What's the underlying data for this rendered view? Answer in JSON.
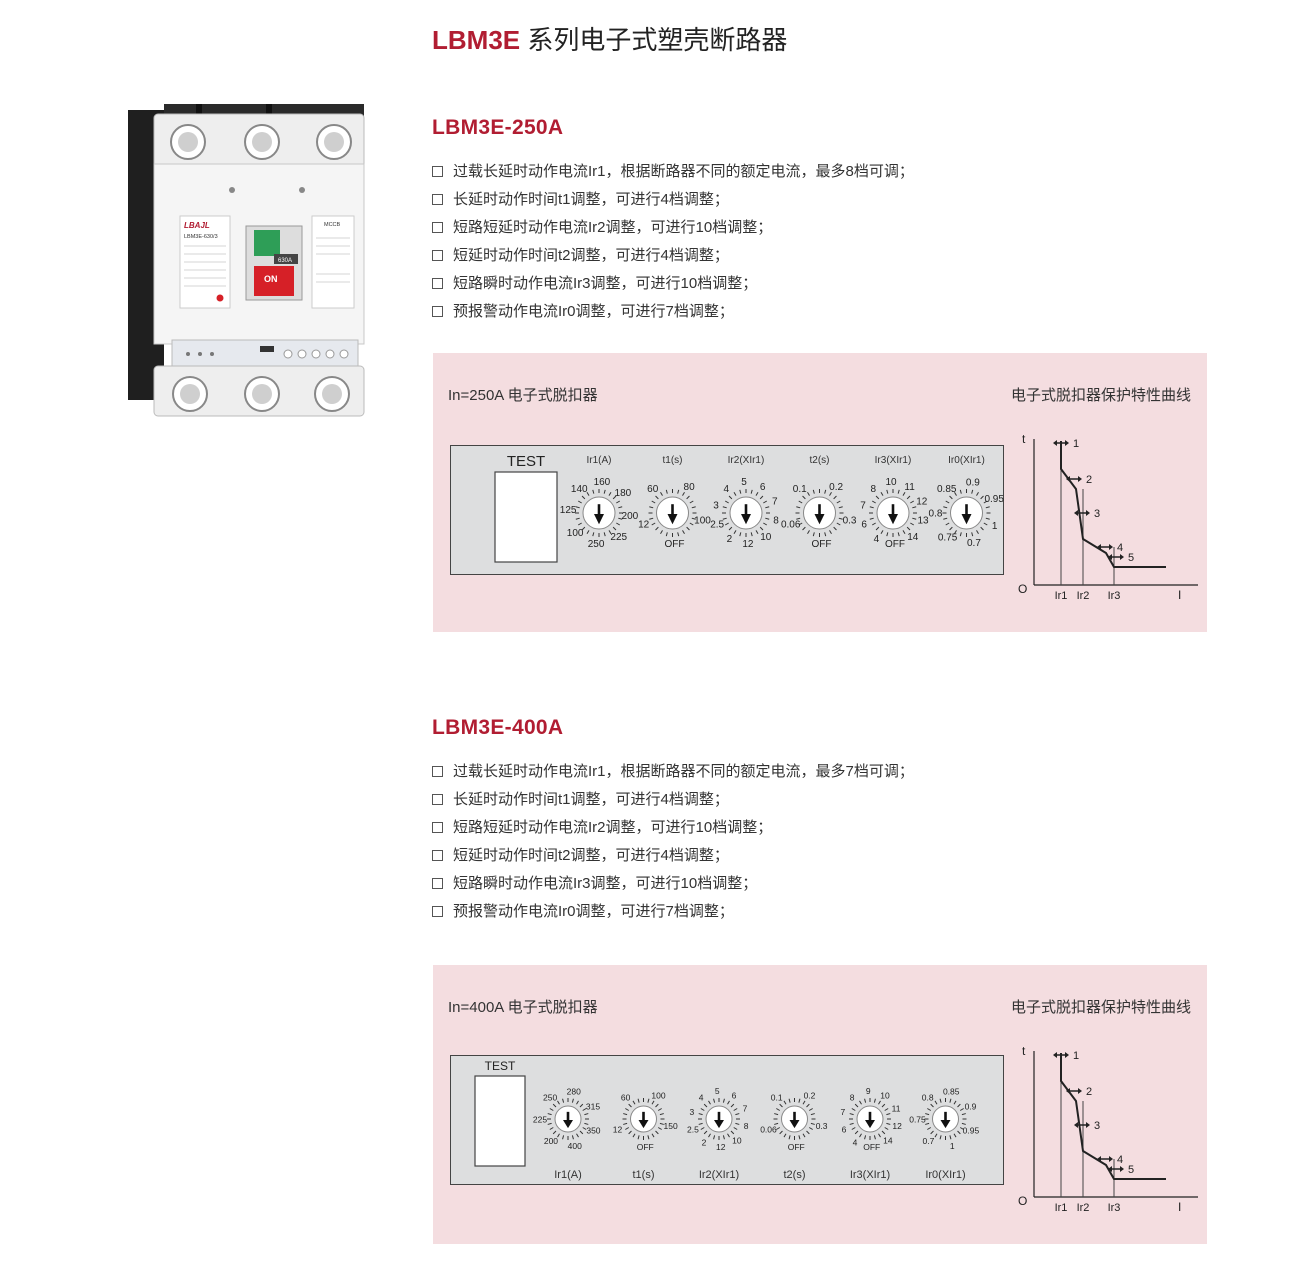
{
  "header": {
    "code": "LBM3E",
    "title": "系列电子式塑壳断路器"
  },
  "product_image": {
    "brand": "LBAJL",
    "model": "LBM3E-630/3",
    "rating": "630A",
    "switch_state": "ON",
    "badge": "MCCB"
  },
  "sections": [
    {
      "title": "LBM3E-250A",
      "features": [
        "过载长延时动作电流Ir1，根据断路器不同的额定电流，最多8档可调；",
        "长延时动作时间t1调整，可进行4档调整；",
        "短路短延时动作电流Ir2调整，可进行10档调整；",
        "短延时动作时间t2调整，可进行4档调整；",
        "短路瞬时动作电流Ir3调整，可进行10档调整；",
        "预报警动作电流Ir0调整，可进行7档调整；"
      ],
      "panel_left_label": "In=250A 电子式脱扣器",
      "panel_right_label": "电子式脱扣器保护特性曲线",
      "test_label": "TEST",
      "dials": [
        {
          "label": "Ir1(A)",
          "marks": [
            "140",
            "160",
            "180",
            "200",
            "225",
            "250",
            "100",
            "125"
          ]
        },
        {
          "label": "t1(s)",
          "marks": [
            "60",
            "80",
            "100",
            "OFF",
            "12"
          ]
        },
        {
          "label": "Ir2(XIr1)",
          "marks": [
            "4",
            "5",
            "6",
            "7",
            "8",
            "10",
            "12",
            "2",
            "2.5",
            "3"
          ]
        },
        {
          "label": "t2(s)",
          "marks": [
            "0.1",
            "0.2",
            "0.3",
            "OFF",
            "0.06"
          ]
        },
        {
          "label": "Ir3(XIr1)",
          "marks": [
            "8",
            "10",
            "11",
            "12",
            "13",
            "14",
            "OFF",
            "4",
            "6",
            "7"
          ]
        },
        {
          "label": "Ir0(XIr1)",
          "marks": [
            "0.85",
            "0.9",
            "0.95",
            "1",
            "0.7",
            "0.75",
            "0.8"
          ]
        }
      ],
      "curve": {
        "t_axis": "t",
        "i_axis": "I",
        "origin": "O",
        "x_labels": [
          "Ir1",
          "Ir2",
          "Ir3"
        ],
        "points": [
          "1",
          "2",
          "3",
          "4",
          "5"
        ]
      }
    },
    {
      "title": "LBM3E-400A",
      "features": [
        "过载长延时动作电流Ir1，根据断路器不同的额定电流，最多7档可调；",
        "长延时动作时间t1调整，可进行4档调整；",
        "短路短延时动作电流Ir2调整，可进行10档调整；",
        "短延时动作时间t2调整，可进行4档调整；",
        "短路瞬时动作电流Ir3调整，可进行10档调整；",
        "预报警动作电流Ir0调整，可进行7档调整；"
      ],
      "panel_left_label": "In=400A 电子式脱扣器",
      "panel_right_label": "电子式脱扣器保护特性曲线",
      "test_label": "TEST",
      "dials": [
        {
          "label": "Ir1(A)",
          "marks": [
            "250",
            "280",
            "315",
            "350",
            "400",
            "200",
            "225"
          ]
        },
        {
          "label": "t1(s)",
          "marks": [
            "60",
            "100",
            "150",
            "OFF",
            "12"
          ]
        },
        {
          "label": "Ir2(XIr1)",
          "marks": [
            "4",
            "5",
            "6",
            "7",
            "8",
            "10",
            "12",
            "2",
            "2.5",
            "3"
          ]
        },
        {
          "label": "t2(s)",
          "marks": [
            "0.1",
            "0.2",
            "0.3",
            "OFF",
            "0.06"
          ]
        },
        {
          "label": "Ir3(XIr1)",
          "marks": [
            "8",
            "9",
            "10",
            "11",
            "12",
            "14",
            "OFF",
            "4",
            "6",
            "7"
          ]
        },
        {
          "label": "Ir0(XIr1)",
          "marks": [
            "0.8",
            "0.85",
            "0.9",
            "0.95",
            "1",
            "0.7",
            "0.75"
          ]
        }
      ],
      "curve": {
        "t_axis": "t",
        "i_axis": "I",
        "origin": "O",
        "x_labels": [
          "Ir1",
          "Ir2",
          "Ir3"
        ],
        "points": [
          "1",
          "2",
          "3",
          "4",
          "5"
        ]
      }
    }
  ]
}
